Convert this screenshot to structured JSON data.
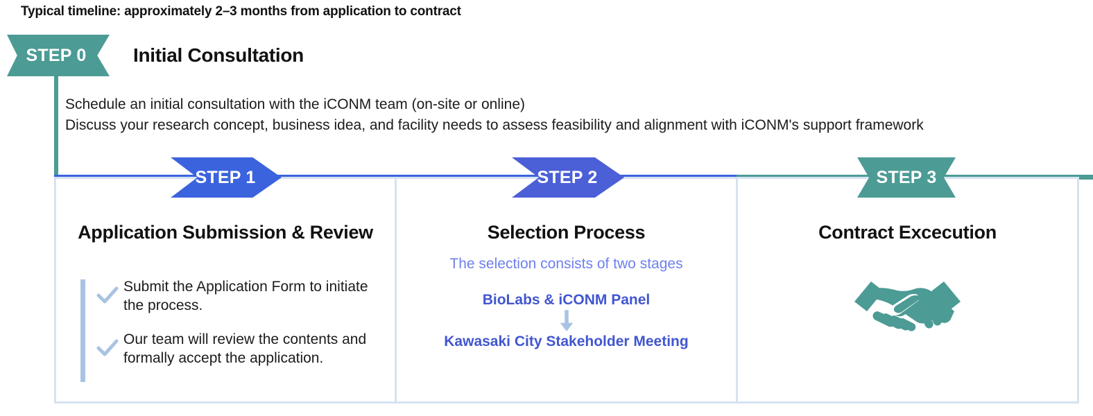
{
  "headline": "Typical timeline: approximately 2–3 months from application to contract",
  "colors": {
    "teal": "#4C9B95",
    "blue_step1": "#3B63DE",
    "blue_step2": "#4B5FD7",
    "card_border": "#D6E2F2",
    "accent_light_blue": "#A9C3E3",
    "text_blue_soft": "#6E80EC",
    "text_blue_bold": "#4156CF"
  },
  "step0": {
    "badge": "STEP 0",
    "title": "Initial Consultation",
    "body_lines": [
      "Schedule an initial consultation with the iCONM team (on-site or online)",
      "Discuss your research concept, business idea, and facility needs to assess feasibility and alignment with iCONM's support framework"
    ]
  },
  "step1": {
    "badge": "STEP 1",
    "title": "Application Submission & Review",
    "items": [
      "Submit the Application Form to initiate the process.",
      "Our team will review the contents and formally accept the application."
    ]
  },
  "step2": {
    "badge": "STEP 2",
    "title": "Selection Process",
    "subtitle": "The selection consists of two stages",
    "stage_1": "BioLabs & iCONM Panel",
    "arrow_icon": "arrow-down-icon",
    "stage_2": "Kawasaki City Stakeholder Meeting"
  },
  "step3": {
    "badge": "STEP 3",
    "title": "Contract Excecution",
    "icon": "handshake-icon"
  }
}
